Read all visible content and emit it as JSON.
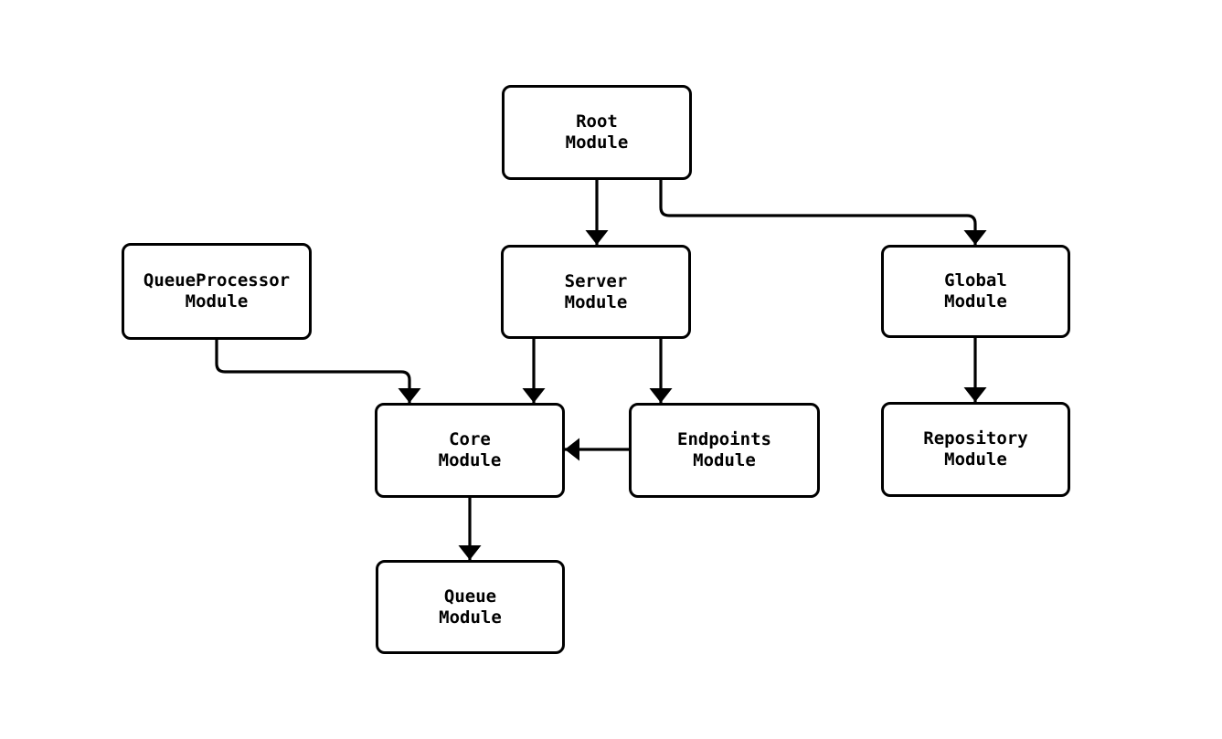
{
  "diagram": {
    "type": "flowchart",
    "background_color": "#ffffff",
    "node_fill_color": "#ffffff",
    "node_border_color": "#000000",
    "edge_color": "#000000",
    "text_color": "#000000",
    "nodes": {
      "root": {
        "line1": "Root",
        "line2": "Module"
      },
      "queueproc": {
        "line1": "QueueProcessor",
        "line2": "Module"
      },
      "server": {
        "line1": "Server",
        "line2": "Module"
      },
      "global": {
        "line1": "Global",
        "line2": "Module"
      },
      "core": {
        "line1": "Core",
        "line2": "Module"
      },
      "endpoints": {
        "line1": "Endpoints",
        "line2": "Module"
      },
      "repository": {
        "line1": "Repository",
        "line2": "Module"
      },
      "queue": {
        "line1": "Queue",
        "line2": "Module"
      }
    },
    "edges": [
      {
        "from": "Root Module",
        "to": "Server Module",
        "arrow": "filled-triangle"
      },
      {
        "from": "Root Module",
        "to": "Global Module",
        "arrow": "filled-triangle"
      },
      {
        "from": "QueueProcessor Module",
        "to": "Core Module",
        "arrow": "filled-triangle"
      },
      {
        "from": "Server Module",
        "to": "Core Module",
        "arrow": "filled-triangle"
      },
      {
        "from": "Server Module",
        "to": "Endpoints Module",
        "arrow": "filled-triangle"
      },
      {
        "from": "Endpoints Module",
        "to": "Core Module",
        "arrow": "filled-triangle"
      },
      {
        "from": "Global Module",
        "to": "Repository Module",
        "arrow": "filled-triangle"
      },
      {
        "from": "Core Module",
        "to": "Queue Module",
        "arrow": "filled-triangle"
      }
    ]
  }
}
